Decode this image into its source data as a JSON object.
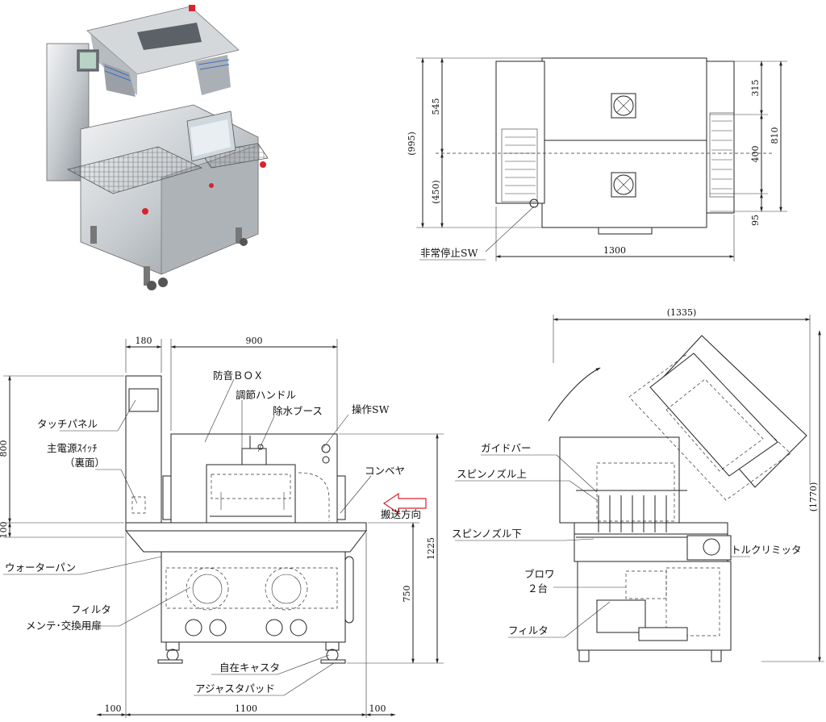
{
  "dimensions": {
    "top_view": {
      "d545": "545",
      "d995": "(995)",
      "d450": "(450)",
      "d315": "315",
      "d810": "810",
      "d400": "400",
      "d95": "95",
      "d1300": "1300"
    },
    "front_view": {
      "d180": "180",
      "d900": "900",
      "d800": "800",
      "d100_left": "100",
      "d1225": "1225",
      "d750": "750",
      "d100_bl": "100",
      "d1100": "1100",
      "d100_br": "100"
    },
    "side_view": {
      "d1335": "(1335)",
      "d1770": "(1770)"
    }
  },
  "labels": {
    "emergency_stop": "非常停止SW",
    "soundproof_box": "防音ＢＯＸ",
    "adjust_handle": "調節ハンドル",
    "water_removal_booth": "除水ブース",
    "operation_sw": "操作SW",
    "touch_panel": "タッチパネル",
    "main_power_1": "主電源ｽｲｯﾁ",
    "main_power_2": "（裏面）",
    "conveyor": "コンベヤ",
    "transport_direction": "搬送方向",
    "water_pan": "ウォーターパン",
    "filter_door_1": "フィルタ",
    "filter_door_2": "メンテ･交換用扉",
    "caster": "自在キャスタ",
    "adjuster_pad": "アジャスタパッド",
    "guide_bar": "ガイドバー",
    "spin_nozzle_upper": "スピンノズル上",
    "spin_nozzle_lower": "スピンノズル下",
    "torque_limiter": "トルクリミッタ",
    "blower_1": "ブロワ",
    "blower_2": "２台",
    "filter_side": "フィルタ"
  },
  "colors": {
    "line": "#222222",
    "steel_light": "#e6e8ea",
    "steel_mid": "#b9bec3",
    "steel_dark": "#7d8489",
    "arrow_red": "#d9232e"
  }
}
